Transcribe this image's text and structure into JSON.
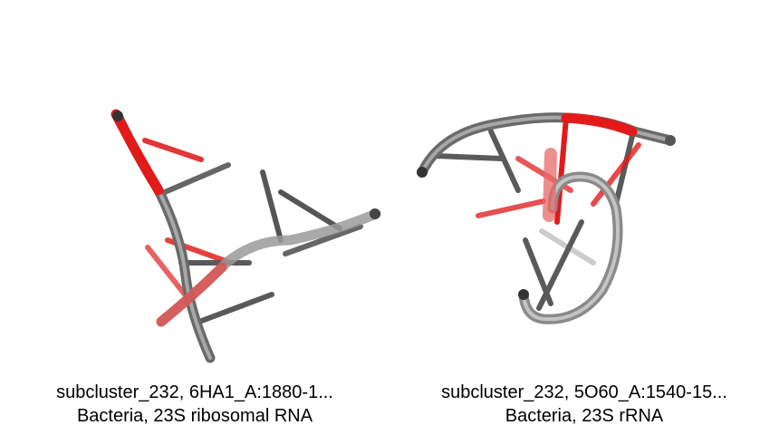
{
  "panels": [
    {
      "title": "subcluster_232, 6HA1_A:1880-1...",
      "subtitle": "Bacteria, 23S ribosomal RNA"
    },
    {
      "title": "subcluster_232, 5O60_A:1540-15...",
      "subtitle": "Bacteria, 23S rRNA"
    }
  ],
  "colors": {
    "backbone_gray": "#6f6f6f",
    "highlight_red": "#e31a1a",
    "background": "#ffffff",
    "text": "#000000"
  }
}
